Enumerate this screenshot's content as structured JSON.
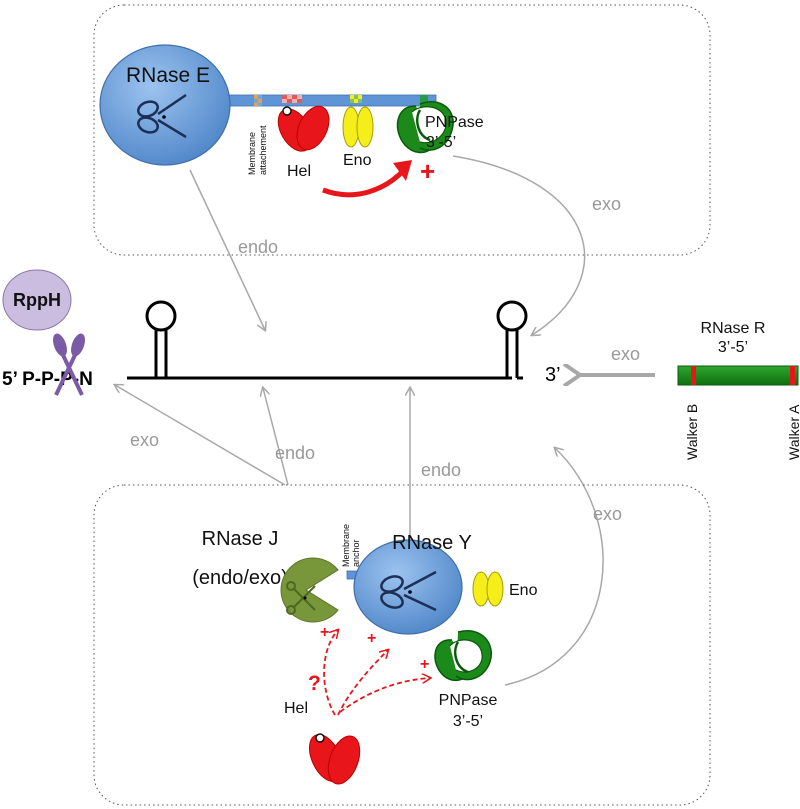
{
  "top_complex": {
    "rnase_e": "RNase E",
    "membrane_label_1": "Membrane",
    "membrane_label_2": "attachement",
    "hel": "Hel",
    "eno": "Eno",
    "pnpase": "PNPase",
    "pnpase_dir": "3’-5’",
    "plus": "+"
  },
  "arrows": {
    "endo_top": "endo",
    "exo_top": "exo",
    "exo_left": "exo",
    "endo_left": "endo",
    "endo_mid": "endo",
    "exo_right_lower": "exo",
    "exo_rnase_r": "exo"
  },
  "rna": {
    "five_prime": "5’ P-P-P-N",
    "three_prime": "3’"
  },
  "rpph": {
    "label": "RppH"
  },
  "rnase_r": {
    "label": "RNase R",
    "dir": "3’-5’",
    "walker_b": "Walker B",
    "walker_a": "Walker A"
  },
  "bottom_complex": {
    "rnase_j": "RNase J",
    "rnase_j_sub": "(endo/exo)",
    "membrane_label_1": "Membrane",
    "membrane_label_2": "anchor",
    "rnase_y": "RNase Y",
    "eno": "Eno",
    "pnpase": "PNPase",
    "pnpase_dir": "3’-5’",
    "hel": "Hel",
    "question": "?",
    "plus": "+"
  },
  "colors": {
    "rnase_blue": "#6fa0dc",
    "hel_red": "#e8151b",
    "eno_yellow": "#f5ee1a",
    "pnpase_green": "#1b8a1b",
    "rnase_j_olive": "#78963a",
    "rpph_lavender": "#cbbde0",
    "scissors_purple": "#7b5ba5",
    "arrow_grey": "#a8a8a8",
    "arrow_red": "#e8151b"
  }
}
